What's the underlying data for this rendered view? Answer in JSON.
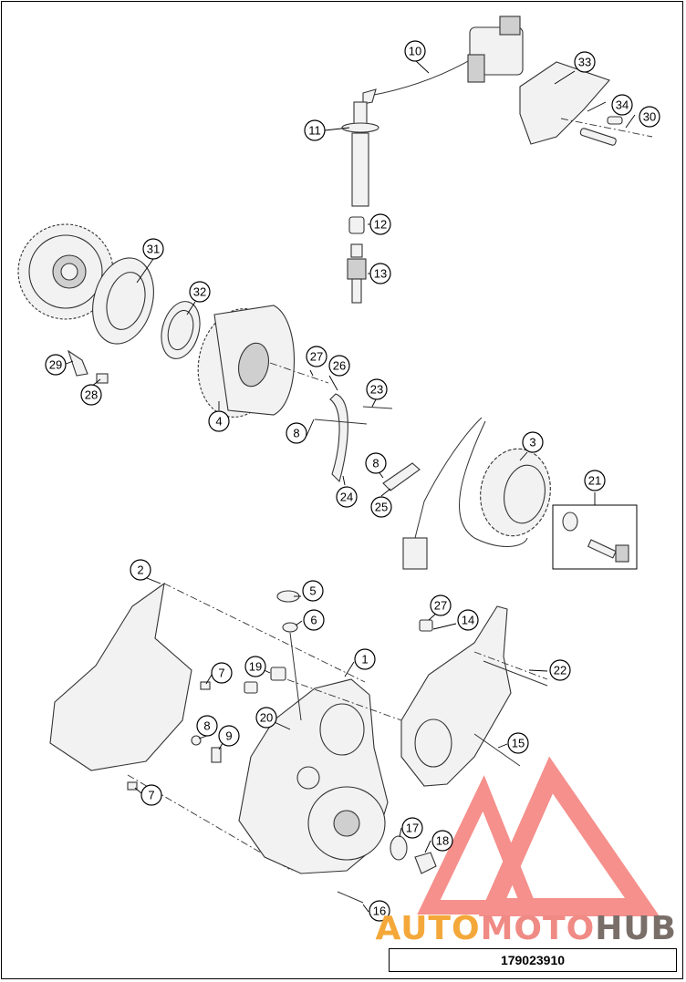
{
  "callouts": [
    "1",
    "2",
    "3",
    "4",
    "5",
    "6",
    "7",
    "7",
    "8",
    "8",
    "8",
    "9",
    "10",
    "11",
    "12",
    "13",
    "14",
    "15",
    "16",
    "17",
    "18",
    "19",
    "20",
    "21",
    "22",
    "23",
    "24",
    "25",
    "26",
    "27",
    "27",
    "28",
    "29",
    "30",
    "31",
    "32",
    "33",
    "34"
  ],
  "watermark": {
    "part1": "AUTO",
    "part2": "MOTO",
    "part3": "HUB",
    "colors": {
      "auto": "#f4a83a",
      "moto": "#f08a84",
      "hub": "#7a6e69",
      "triangle": "#f26b66"
    }
  },
  "document_number": "179023910"
}
